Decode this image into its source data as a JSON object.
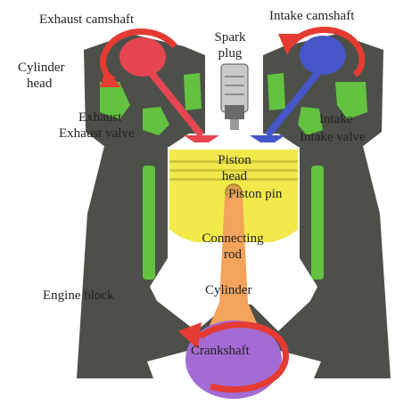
{
  "colors": {
    "background": "#ffffff",
    "engine_block": "#4c5049",
    "coolant": "#63c23f",
    "piston": "#f2ea4a",
    "piston_shade": "#cfc838",
    "connecting_rod": "#f3a35c",
    "crankshaft": "#a36bd3",
    "exhaust_cam": "#e64552",
    "intake_cam": "#4656c8",
    "rotation_arrow": "#e53b32",
    "spark_plug": "#c9c9c9",
    "label_text": "#222222"
  },
  "icons": [
    "rotation-arrow-icon"
  ],
  "labels": {
    "exhaust_camshaft": "Exhaust camshaft",
    "intake_camshaft": "Intake camshaft",
    "spark_plug_line1": "Spark",
    "spark_plug_line2": "plug",
    "cylinder_head_line1": "Cylinder",
    "cylinder_head_line2": "head",
    "exhaust": "Exhaust",
    "exhaust_valve": "Exhaust valve",
    "intake": "Intake",
    "intake_valve": "Intake valve",
    "piston_head_line1": "Piston",
    "piston_head_line2": "head",
    "piston_pin": "Piston pin",
    "connecting_rod_line1": "Connecting",
    "connecting_rod_line2": "rod",
    "cylinder": "Cylinder",
    "engine_block": "Engine block",
    "crankshaft": "Crankshaft"
  }
}
